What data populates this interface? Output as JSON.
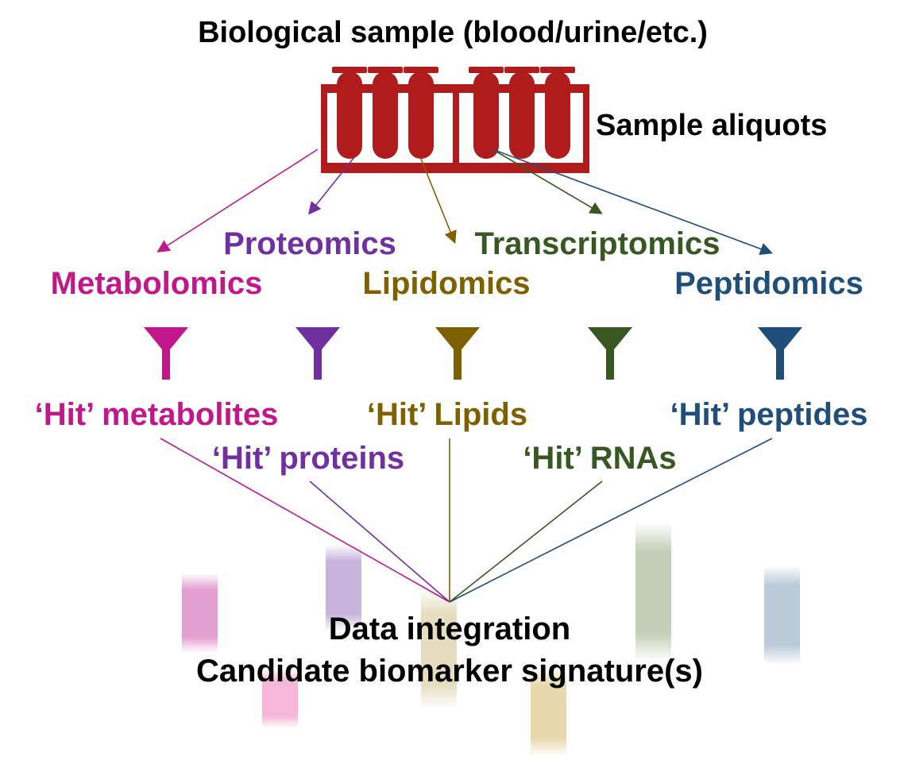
{
  "title": "Biological sample (blood/urine/etc.)",
  "aliquots_label": "Sample aliquots",
  "omics": {
    "proteomics": "Proteomics",
    "transcriptomics": "Transcriptomics",
    "metabolomics": "Metabolomics",
    "lipidomics": "Lipidomics",
    "peptidomics": "Peptidomics"
  },
  "hits": {
    "metabolites": "‘Hit’ metabolites",
    "lipids": "‘Hit’ Lipids",
    "peptides": "‘Hit’ peptides",
    "proteins": "‘Hit’ proteins",
    "rnas": "‘Hit’ RNAs"
  },
  "integration": {
    "line1": "Data integration",
    "line2": "Candidate biomarker signature(s)"
  },
  "colors": {
    "rack": "#b01c1c",
    "metabolomics": "#c0188a",
    "proteomics": "#7030a0",
    "lipidomics": "#7f6000",
    "transcriptomics": "#385723",
    "peptidomics": "#1f4e79",
    "black": "#000000"
  },
  "icons": [
    "test-tube-rack-icon",
    "funnel-icon"
  ]
}
